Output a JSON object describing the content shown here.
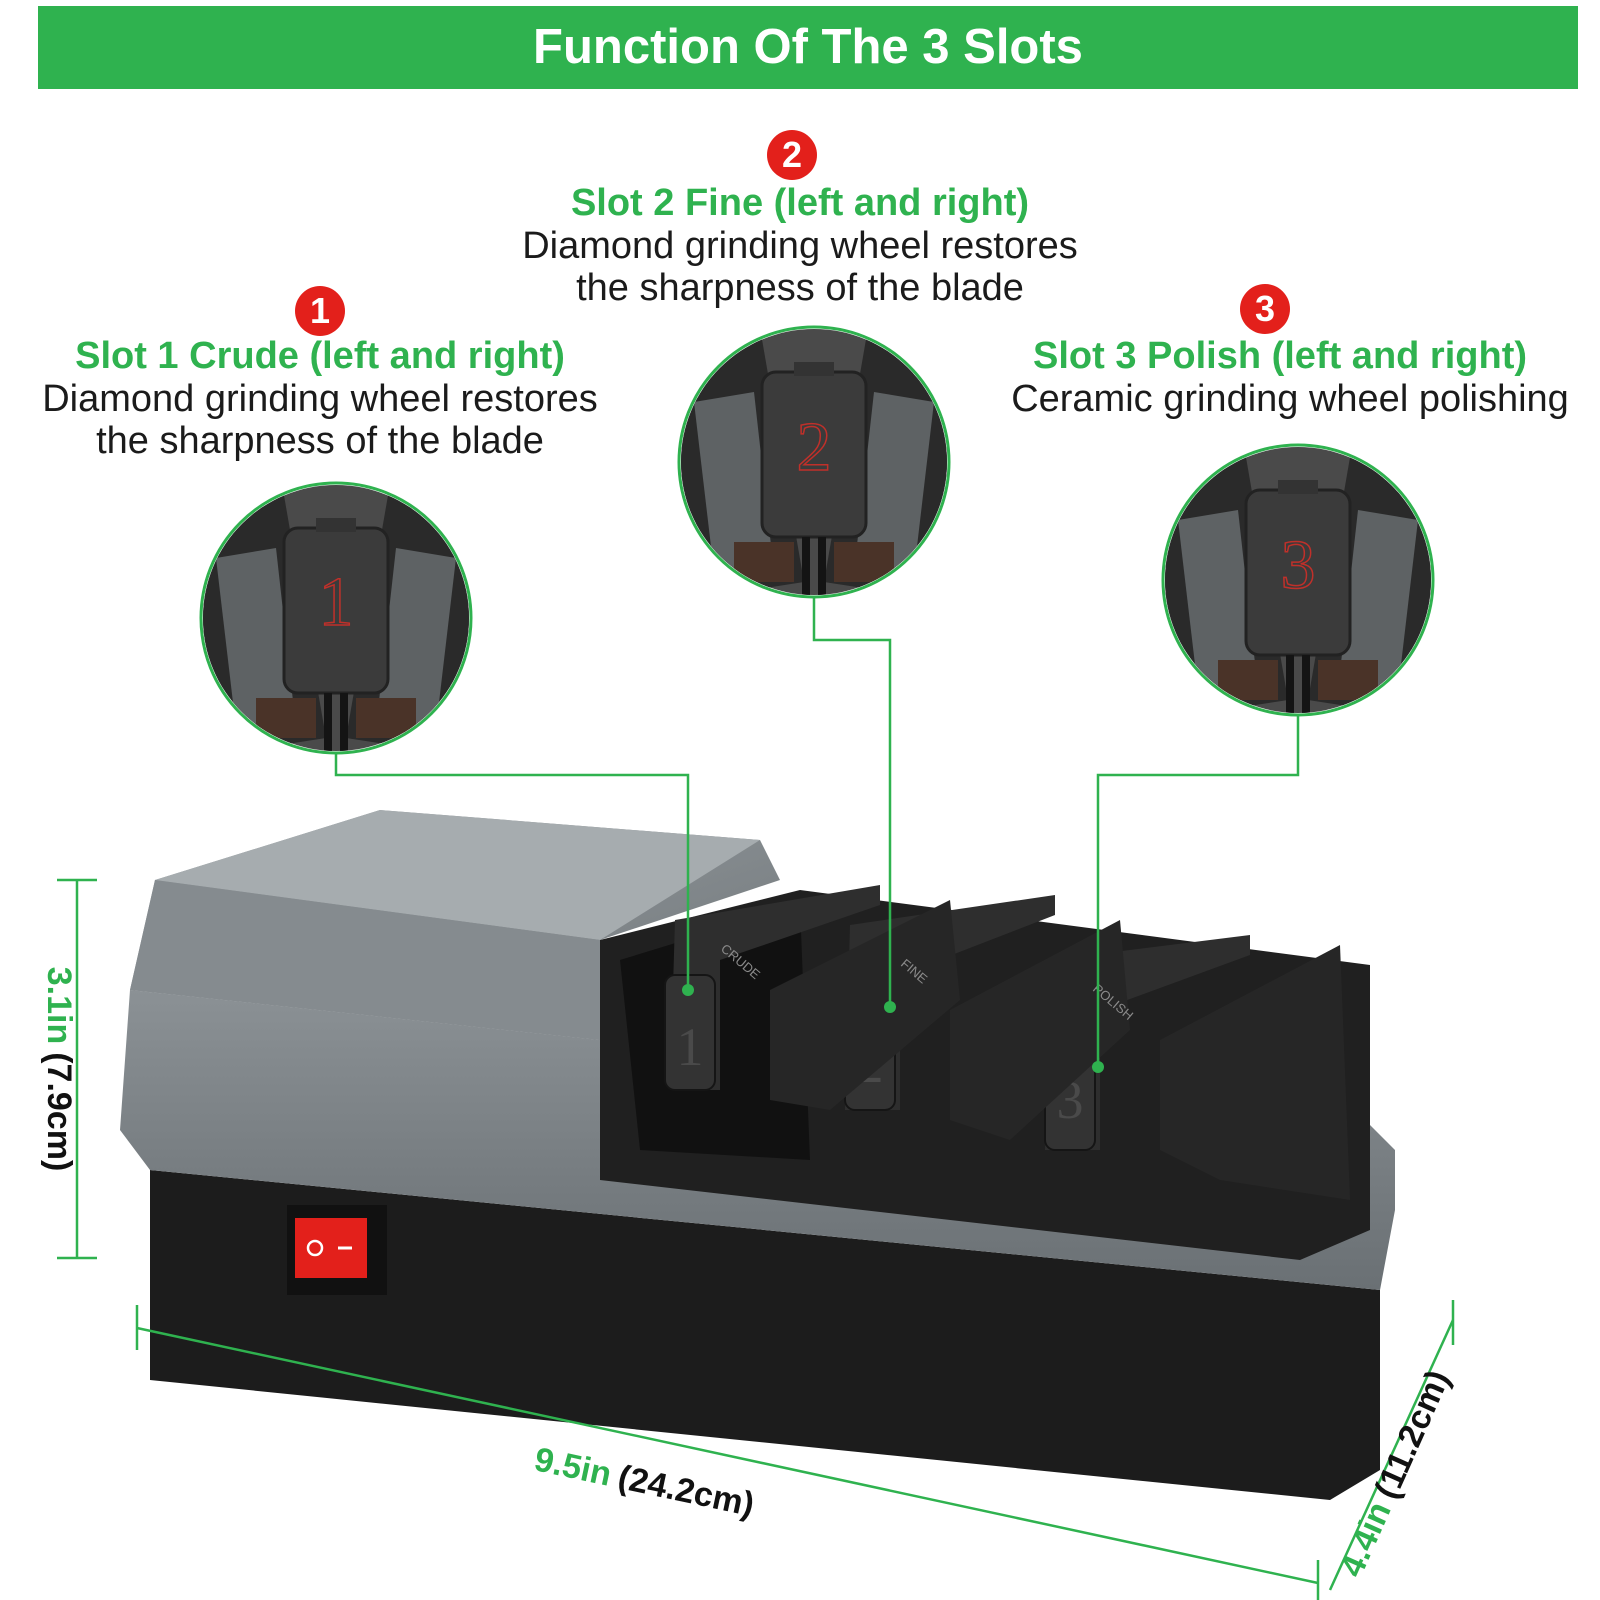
{
  "banner": {
    "title": "Function Of The 3 Slots"
  },
  "colors": {
    "green": "#2fb24f",
    "red": "#e3201b",
    "device_gray": "#7d8386",
    "device_black": "#1c1c1c"
  },
  "slots": [
    {
      "number": "1",
      "title": "Slot 1 Crude (left and right)",
      "desc_line1": "Diamond grinding wheel restores",
      "desc_line2": "the sharpness of the blade",
      "label": "CRUDE"
    },
    {
      "number": "2",
      "title": "Slot 2 Fine  (left and right)",
      "desc_line1": "Diamond grinding wheel restores",
      "desc_line2": "the sharpness of the blade",
      "label": "FINE"
    },
    {
      "number": "3",
      "title": "Slot 3 Polish (left and right)",
      "desc_line1": "Ceramic grinding wheel polishing",
      "label": "POLISH"
    }
  ],
  "dimensions": {
    "height": {
      "inches": "3.1in",
      "cm": "(7.9cm)"
    },
    "length": {
      "inches": "9.5in",
      "cm": "(24.2cm)"
    },
    "depth": {
      "inches": "4.4in",
      "cm": "(11.2cm)"
    }
  },
  "icons": {
    "power_switch": "power-switch-icon"
  }
}
